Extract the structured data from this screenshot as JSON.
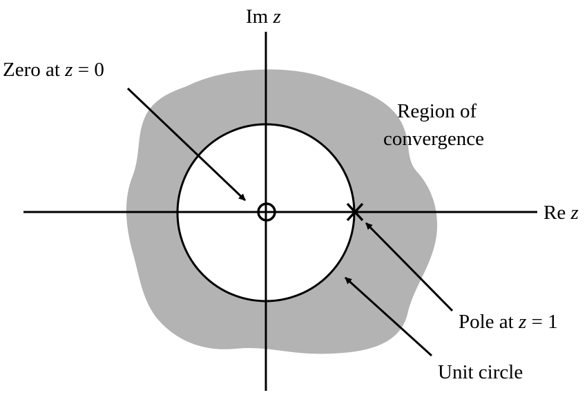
{
  "labels": {
    "imaginary_axis": {
      "prefix": "Im ",
      "var": "z"
    },
    "real_axis": {
      "prefix": "Re ",
      "var": "z"
    },
    "zero": {
      "prefix": "Zero at ",
      "var": "z",
      "suffix": " = 0"
    },
    "pole": {
      "prefix": "Pole at ",
      "var": "z",
      "suffix": " = 1"
    },
    "region_line1": "Region of",
    "region_line2": "convergence",
    "unit_circle": "Unit circle"
  },
  "colors": {
    "region_fill": "#b3b3b3",
    "stroke": "#000000",
    "background": "#ffffff"
  },
  "markers": {
    "zero_symbol": "circle",
    "pole_symbol": "cross"
  }
}
